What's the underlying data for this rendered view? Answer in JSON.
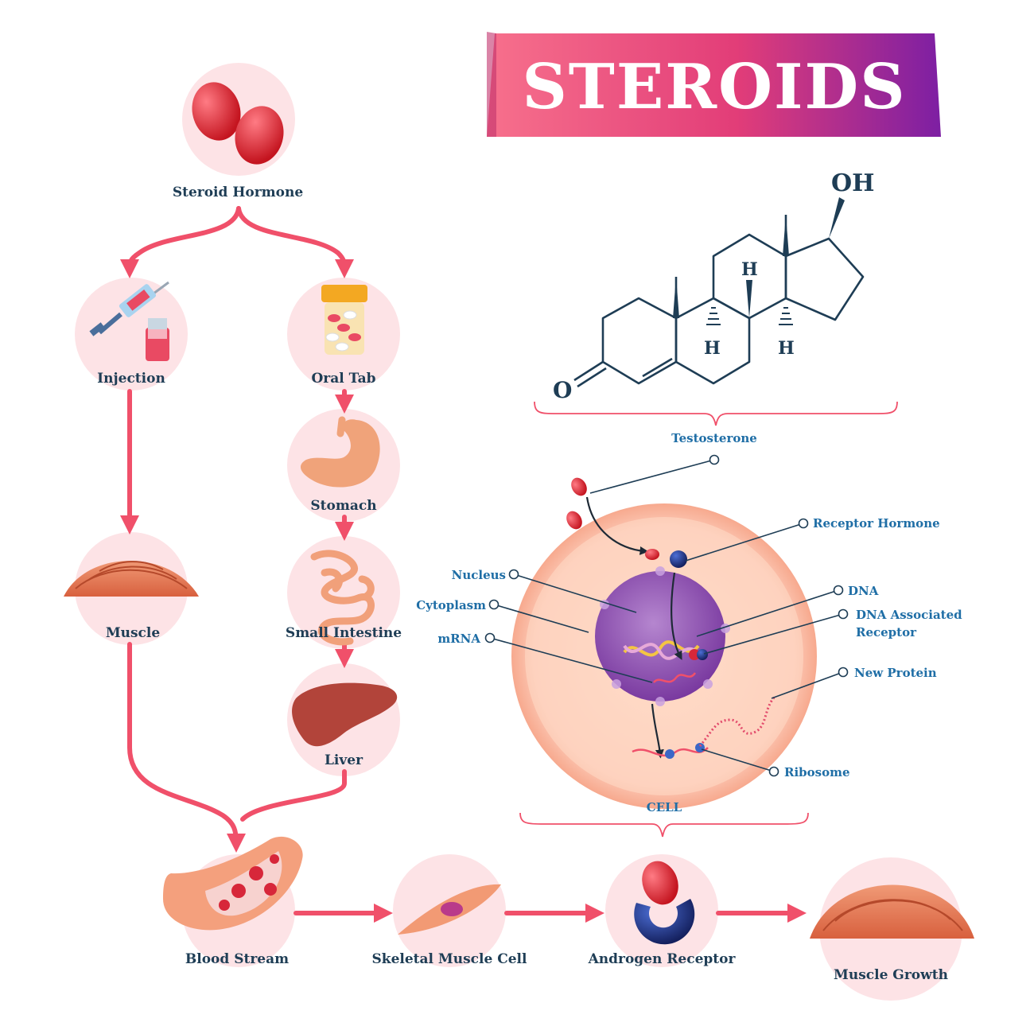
{
  "title": "STEROIDS",
  "molecule": {
    "name": "Testosterone",
    "atoms": {
      "oh": "OH",
      "o": "O",
      "h1": "H",
      "h2": "H",
      "h3": "H"
    }
  },
  "pathway": {
    "steroid_hormone": "Steroid Hormone",
    "injection": "Injection",
    "oral_tab": "Oral Tab",
    "stomach": "Stomach",
    "small_intestine": "Small Intestine",
    "liver": "Liver",
    "muscle": "Muscle",
    "blood_stream": "Blood Stream",
    "skeletal_muscle_cell": "Skeletal Muscle Cell",
    "androgen_receptor": "Androgen Receptor",
    "muscle_growth": "Muscle Growth"
  },
  "cell": {
    "title": "CELL",
    "receptor_hormone": "Receptor Hormone",
    "nucleus": "Nucleus",
    "cytoplasm": "Cytoplasm",
    "mrna": "mRNA",
    "dna": "DNA",
    "dna_receptor_line1": "DNA Associated",
    "dna_receptor_line2": "Receptor",
    "new_protein": "New Protein",
    "ribosome": "Ribosome"
  },
  "colors": {
    "accent": "#f0506a",
    "circle_bg": "#fde3e6",
    "text": "#1e3d55",
    "cell_label": "#1f6ea6",
    "banner_start": "#f25d7e",
    "banner_end": "#8a1fa8"
  }
}
